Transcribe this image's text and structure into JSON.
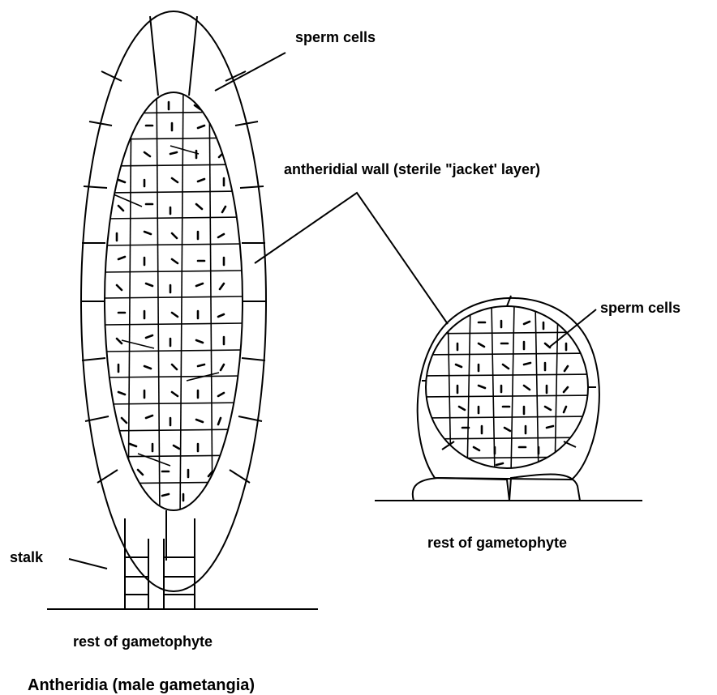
{
  "labels": {
    "sperm_cells_top": "sperm cells",
    "antheridial_wall": "antheridial wall (sterile \"jacket' layer)",
    "sperm_cells_right": "sperm cells",
    "rest_right": "rest of gametophyte",
    "stalk": "stalk",
    "rest_left": "rest of gametophyte",
    "caption": "Antheridia (male gametangia)"
  },
  "colors": {
    "ink": "#000000",
    "background": "#ffffff"
  }
}
